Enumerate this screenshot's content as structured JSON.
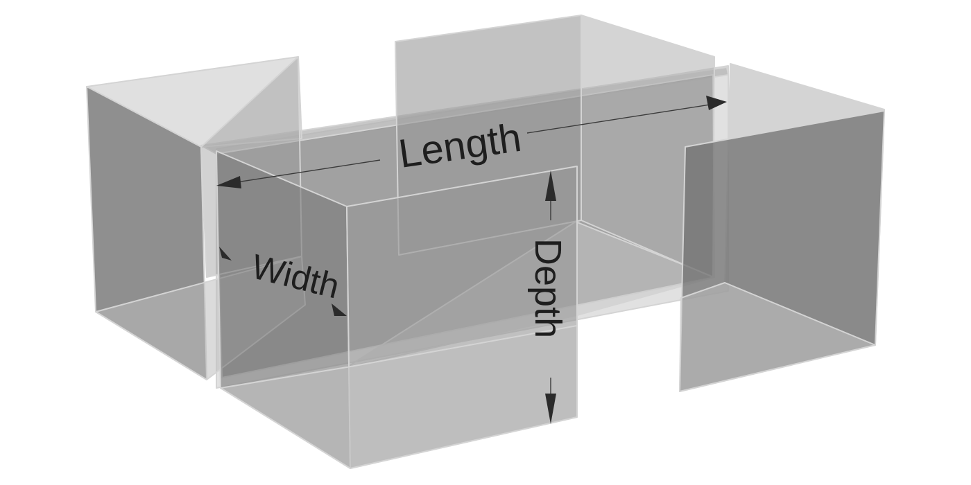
{
  "diagram": {
    "labels": {
      "length": "Length",
      "width": "Width",
      "depth": "Depth"
    },
    "colors": {
      "background": "#ffffff",
      "panel_light": "#c2c2c2",
      "panel_mid": "#a4a4a4",
      "panel_dark": "#7c7c7c",
      "edge": "#d4d4d4",
      "text": "#1e1e1e",
      "arrow": "#2b2b2b"
    }
  }
}
